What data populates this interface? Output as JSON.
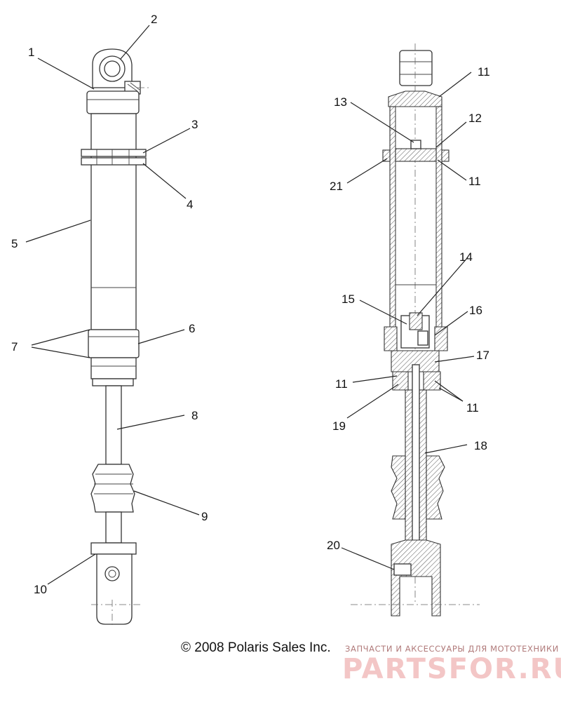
{
  "diagram": {
    "exterior_callouts": [
      "1",
      "2",
      "3",
      "4",
      "5",
      "6",
      "7",
      "8",
      "9",
      "10"
    ],
    "section_callouts": [
      "11",
      "13",
      "12",
      "21",
      "11",
      "14",
      "15",
      "16",
      "17",
      "11",
      "11",
      "19",
      "18",
      "20"
    ],
    "copyright": "© 2008 Polaris Sales Inc.",
    "watermark": {
      "tagline": "ЗАПЧАСТИ И АКСЕССУАРЫ ДЛЯ МОТОТЕХНИКИ",
      "brand": "PARTSFOR.RU"
    },
    "colors": {
      "line": "#333333",
      "watermark": "#f3c6c6"
    }
  }
}
